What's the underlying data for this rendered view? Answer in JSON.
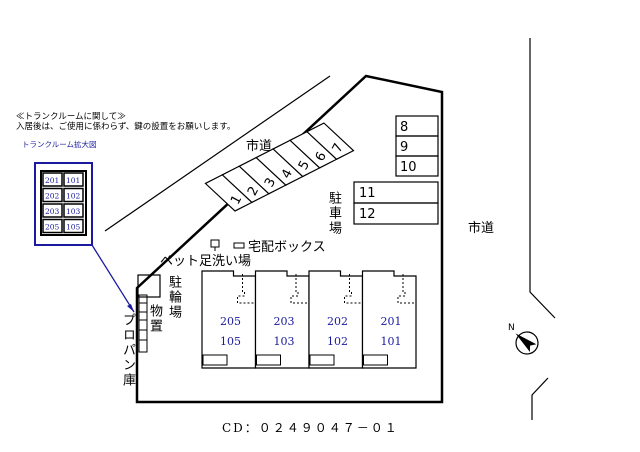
{
  "notice": {
    "title": "≪トランクルームに関して≫",
    "body": "入居後は、ご使用に係わらず、鍵の設置をお願いします。",
    "trunk_map_label": "トランクルーム拡大図",
    "trunk_rooms": [
      [
        "201",
        "101"
      ],
      [
        "202",
        "102"
      ],
      [
        "203",
        "103"
      ],
      [
        "205",
        "105"
      ]
    ]
  },
  "roads": {
    "top": "市道",
    "right": "市道"
  },
  "parking": {
    "label": "駐車場",
    "diagonal_spaces": [
      "1",
      "2",
      "3",
      "4",
      "5",
      "6",
      "7"
    ],
    "right_spaces": [
      "8",
      "9",
      "10",
      "11",
      "12"
    ]
  },
  "facilities": {
    "delivery_box": "宅配ボックス",
    "pet_wash": "ペット足洗い場",
    "bicycle": "駐輪場",
    "storage": "物置",
    "propane": "プロパン庫"
  },
  "units": [
    {
      "upper": "205",
      "lower": "105"
    },
    {
      "upper": "203",
      "lower": "103"
    },
    {
      "upper": "202",
      "lower": "102"
    },
    {
      "upper": "201",
      "lower": "101"
    }
  ],
  "compass": "N",
  "code": "CD：０２４９０４７－０１",
  "colors": {
    "blue": "#1a1aa0",
    "line": "#000000"
  }
}
